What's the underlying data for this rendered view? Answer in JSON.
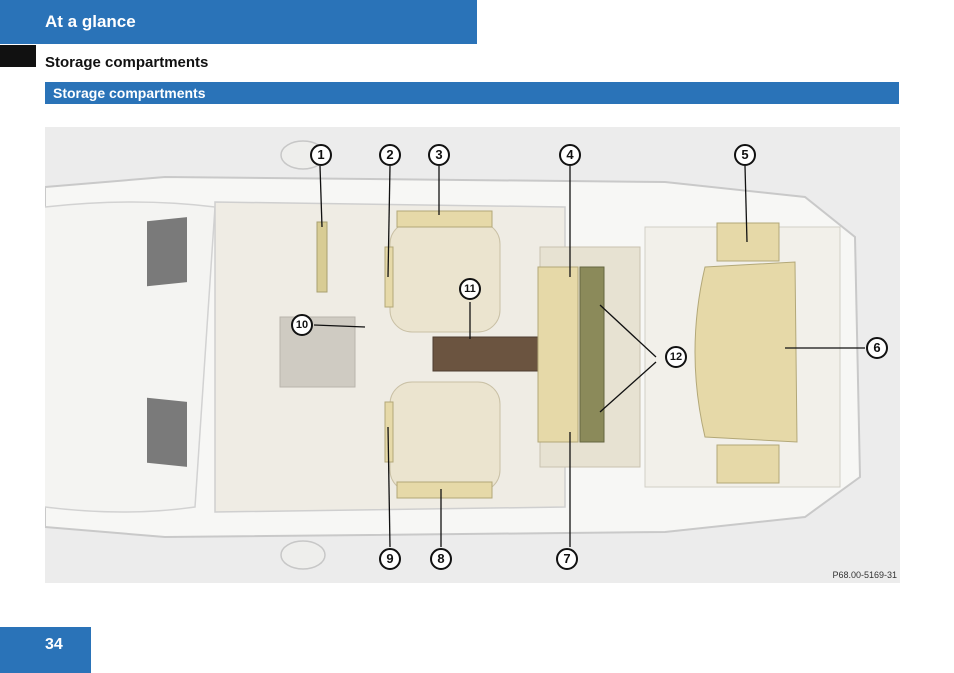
{
  "header": {
    "title": "At a glance"
  },
  "section": {
    "heading": "Storage compartments"
  },
  "subheader": {
    "title": "Storage compartments"
  },
  "figure": {
    "reference": "P68.00-5169-31",
    "callouts": [
      "1",
      "2",
      "3",
      "4",
      "5",
      "6",
      "7",
      "8",
      "9",
      "10",
      "11",
      "12"
    ]
  },
  "footer": {
    "page_number": "34"
  },
  "colors": {
    "accent": "#2a73b8",
    "compartment": "#e6d9a8"
  }
}
